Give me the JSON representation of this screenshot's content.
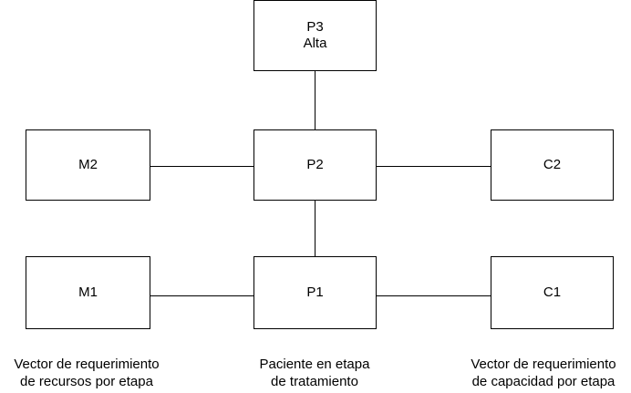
{
  "nodes": {
    "p3": {
      "line1": "P3",
      "line2": "Alta"
    },
    "p2": {
      "label": "P2"
    },
    "p1": {
      "label": "P1"
    },
    "m2": {
      "label": "M2"
    },
    "m1": {
      "label": "M1"
    },
    "c2": {
      "label": "C2"
    },
    "c1": {
      "label": "C1"
    }
  },
  "captions": {
    "left": {
      "line1": "Vector de requerimiento",
      "line2": "de recursos por etapa"
    },
    "center": {
      "line1": "Paciente en etapa",
      "line2": "de tratamiento"
    },
    "right": {
      "line1": "Vector de requerimiento",
      "line2": "de capacidad por etapa"
    }
  },
  "colors": {
    "stroke": "#000000",
    "background": "#ffffff"
  }
}
